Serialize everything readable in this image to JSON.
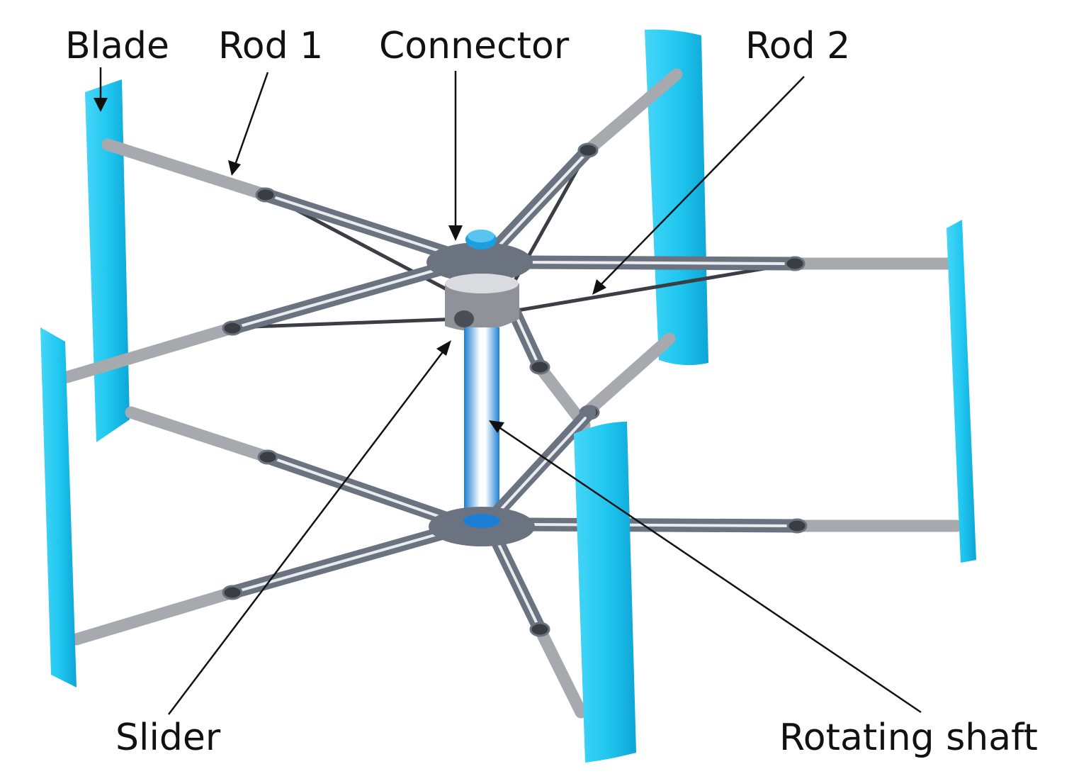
{
  "labels": {
    "blade": "Blade",
    "rod1": "Rod 1",
    "connector": "Connector",
    "rod2": "Rod 2",
    "slider": "Slider",
    "rotating_shaft": "Rotating shaft"
  },
  "colors": {
    "blade": "#1fc6ef",
    "blade_dark": "#0ea5d6",
    "shaft": "#1d7fd4",
    "rod": "#a6a9ae",
    "arm": "#6b7380",
    "slider": "#8f9399",
    "connector_cap": "#1b9fe0",
    "label": "#111111"
  }
}
